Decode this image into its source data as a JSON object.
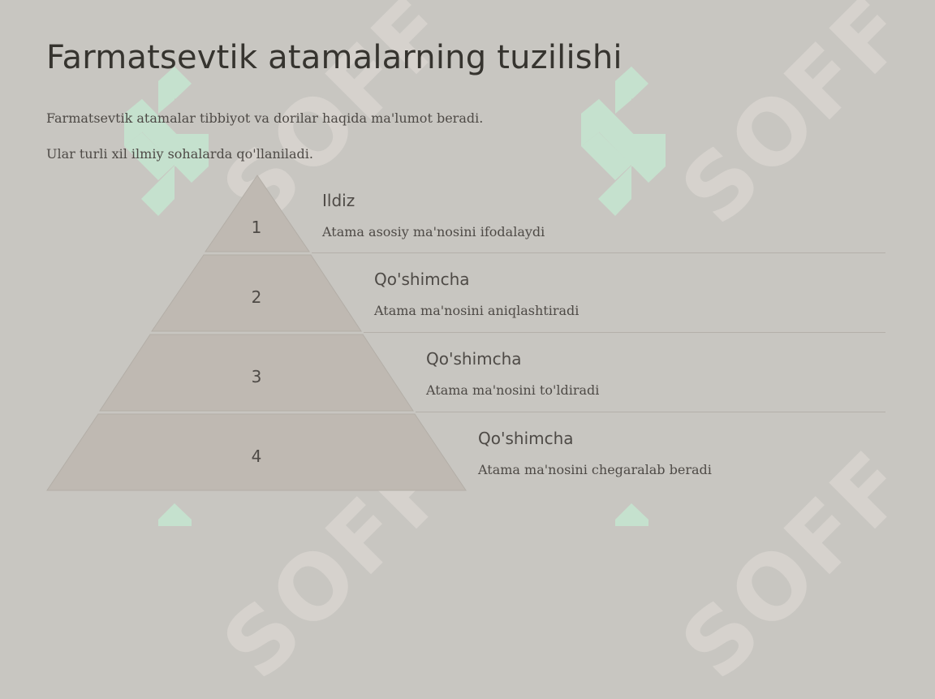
{
  "slide": {
    "title": "Farmatsevtik atamalarning tuzilishi",
    "paragraphs": [
      "Farmatsevtik atamalar tibbiyot va dorilar haqida ma'lumot beradi.",
      "Ular turli xil ilmiy sohalarda qo'llaniladi."
    ]
  },
  "pyramid": {
    "levels": [
      {
        "number": "1",
        "title": "Ildiz",
        "description": "Atama asosiy ma'nosini ifodalaydi"
      },
      {
        "number": "2",
        "title": "Qo'shimcha",
        "description": "Atama ma'nosini aniqlashtiradi"
      },
      {
        "number": "3",
        "title": "Qo'shimcha",
        "description": "Atama ma'nosini to'ldiradi"
      },
      {
        "number": "4",
        "title": "Qo'shimcha",
        "description": "Atama ma'nosini chegaralab beradi"
      }
    ]
  },
  "watermark": {
    "text": "SOFF",
    "icon": "soff-logo-icon"
  },
  "colors": {
    "background": "#c8c6c1",
    "pyramid_fill": "#bfb9b2",
    "text": "#4e4a46",
    "title": "#36342f",
    "watermark_logo": "#c5e3cf"
  }
}
